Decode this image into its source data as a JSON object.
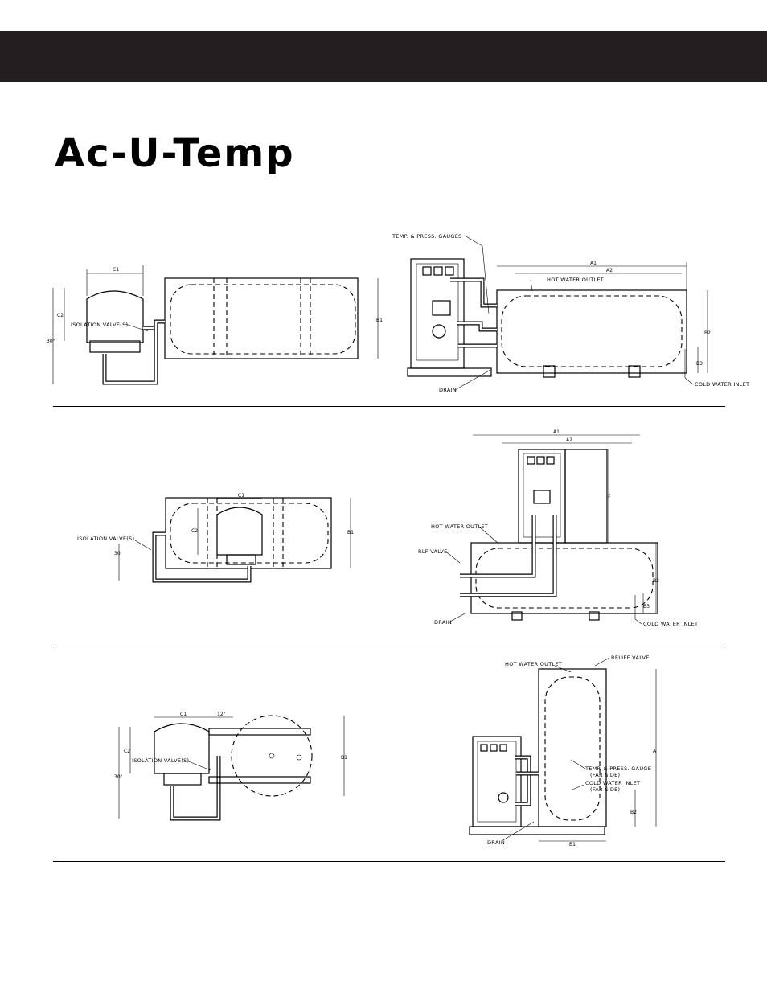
{
  "brand": {
    "logo_text": "Ac-U-Temp"
  },
  "colors": {
    "header_bar": "#231f20",
    "line": "#000000",
    "background": "#ffffff"
  },
  "diagrams": [
    {
      "plan_view": {
        "dims": {
          "c1": "C1",
          "c2": "C2",
          "b1": "B1",
          "side": "30\""
        },
        "labels": {
          "isolation_valves": "ISOLATION VALVE(S)"
        }
      },
      "elevation": {
        "dims": {
          "a1": "A1",
          "a2": "A2",
          "b2": "B2",
          "b3": "B3"
        },
        "labels": {
          "gauges": "TEMP. & PRESS. GAUGES",
          "hot_outlet": "HOT WATER OUTLET",
          "cold_inlet": "COLD WATER INLET",
          "drain": "DRAIN"
        }
      }
    },
    {
      "plan_view": {
        "dims": {
          "c1": "C1",
          "c2": "C2",
          "b1": "B1",
          "side": "30"
        },
        "labels": {
          "isolation_valves": "ISOLATION VALVE(S)"
        }
      },
      "elevation": {
        "dims": {
          "a1": "A1",
          "a2": "A2",
          "b2": "B2",
          "b3": "B3",
          "f": "F"
        },
        "labels": {
          "hot_outlet": "HOT WATER OUTLET",
          "relief": "RLF VALVE",
          "drain": "DRAIN",
          "cold_inlet": "COLD WATER INLET"
        }
      }
    },
    {
      "plan_view": {
        "dims": {
          "c1": "C1",
          "gap": "12\"",
          "c2": "C2",
          "b1": "B1",
          "side": "30\""
        },
        "labels": {
          "isolation_valves": "ISOLATION VALVE(S)"
        }
      },
      "elevation": {
        "dims": {
          "a": "A",
          "b1": "B1",
          "b2": "B2"
        },
        "labels": {
          "hot_outlet": "HOT WATER OUTLET",
          "relief": "RELIEF VALVE",
          "gauge_line1": "TEMP. & PRESS. GAUGE",
          "gauge_line2": "(FAR SIDE)",
          "cold_line1": "COLD WATER INLET",
          "cold_line2": "(FAR SIDE)",
          "drain": "DRAIN"
        }
      }
    }
  ]
}
